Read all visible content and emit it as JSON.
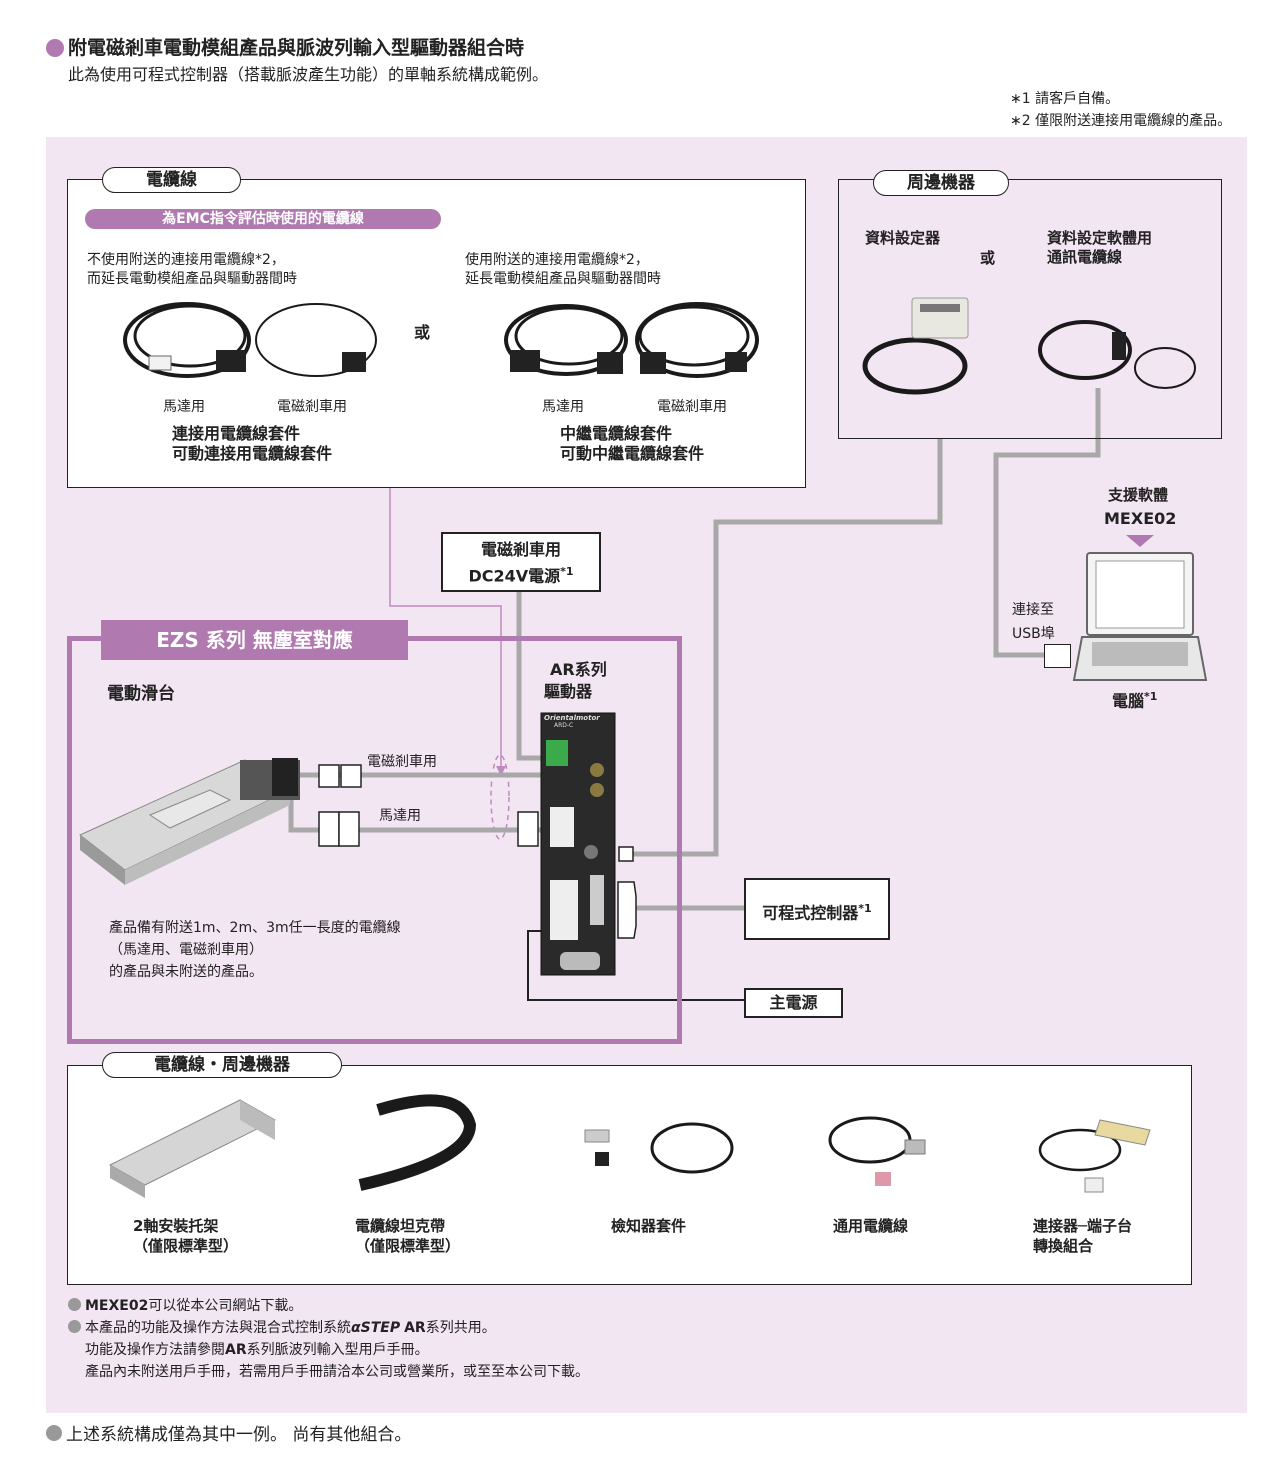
{
  "header": {
    "title": "附電磁剎車電動模組產品與脈波列輸入型驅動器組合時",
    "subtitle": "此為使用可程式控制器（搭載脈波產生功能）的單軸系統構成範例。",
    "note1": "∗1 請客戶自備。",
    "note2": "∗2 僅限附送連接用電纜線的產品。"
  },
  "cables": {
    "title": "電纜線",
    "emc_bar": "為EMC指令評估時使用的電纜線",
    "left_desc_1": "不使用附送的連接用電纜線*2，",
    "left_desc_2": "而延長電動模組產品與驅動器間時",
    "right_desc_1": "使用附送的連接用電纜線*2，",
    "right_desc_2": "延長電動模組產品與驅動器間時",
    "or": "或",
    "motor_label_l": "馬達用",
    "brake_label_l": "電磁剎車用",
    "motor_label_r": "馬達用",
    "brake_label_r": "電磁剎車用",
    "left_name_1": "連接用電纜線套件",
    "left_name_2": "可動連接用電纜線套件",
    "right_name_1": "中繼電纜線套件",
    "right_name_2": "可動中繼電纜線套件"
  },
  "peripheral": {
    "title": "周邊機器",
    "setter": "資料設定器",
    "or": "或",
    "cable_1": "資料設定軟體用",
    "cable_2": "通訊電纜線"
  },
  "software": {
    "line1": "支援軟體",
    "line2": "MEXE02",
    "usb_1": "連接至",
    "usb_2": "USB埠",
    "pc": "電腦",
    "pc_sup": "*1"
  },
  "power_brake": {
    "line1": "電磁剎車用",
    "line2": "DC24V電源",
    "sup": "*1"
  },
  "ezs": {
    "banner": "EZS 系列 無塵室對應",
    "slider": "電動滑台",
    "driver_1": "AR系列",
    "driver_2": "驅動器",
    "brake_line": "電磁剎車用",
    "motor_line": "馬達用",
    "note_1": "產品備有附送1m、2m、3m任一長度的電纜線",
    "note_2": "（馬達用、電磁剎車用）",
    "note_3": "的產品與未附送的產品。",
    "driver_brand": "Orientalmotor",
    "driver_model": "ARD-C"
  },
  "plc": {
    "label": "可程式控制器",
    "sup": "*1"
  },
  "main_power": {
    "label": "主電源"
  },
  "accessories": {
    "title": "電纜線・周邊機器",
    "items": [
      {
        "line1": "2軸安裝托架",
        "line2": "（僅限標準型）"
      },
      {
        "line1": "電纜線坦克帶",
        "line2": "（僅限標準型）"
      },
      {
        "line1": "檢知器套件",
        "line2": ""
      },
      {
        "line1": "通用電纜線",
        "line2": ""
      },
      {
        "line1": "連接器─端子台",
        "line2": "轉換組合"
      }
    ]
  },
  "footnotes": {
    "n1_bold": "MEXE02",
    "n1_rest": "可以從本公司網站下載。",
    "n2_a": "本產品的功能及操作方法與混合式控制系統",
    "n2_brand": "αSTEP",
    "n2_bold": "AR",
    "n2_b": "系列共用。",
    "n3_a": "功能及操作方法請參閱",
    "n3_bold": "AR",
    "n3_b": "系列脈波列輸入型用戶手冊。",
    "n4": "產品內未附送用戶手冊，若需用戶手冊請洽本公司或營業所，或至至本公司下載。"
  },
  "bottom_note": "上述系統構成僅為其中一例。 尚有其他組合。",
  "colors": {
    "panel_bg": "#f2e6f2",
    "accent": "#b07ab0",
    "line_gray": "#a8a8a8",
    "title_dot": "#b07ab0",
    "note_dot": "#999999"
  }
}
